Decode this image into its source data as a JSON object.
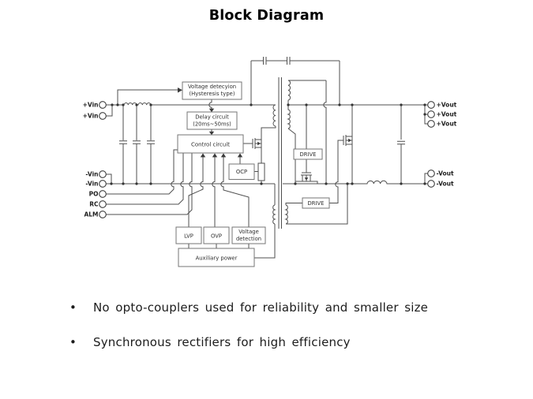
{
  "title": "Block Diagram",
  "bullets": [
    "No opto-couplers used for reliability and smaller size",
    "Synchronous rectifiers for high efficiency"
  ],
  "diagram": {
    "boxes": {
      "voltage_detection_hysteresis": {
        "line1": "Voltage detecyion",
        "line2": "(Hysteresis type)"
      },
      "delay_circuit": {
        "line1": "Delay circuit",
        "line2": "(20ms~50ms)"
      },
      "control_circuit": "Control circuit",
      "ocp": "OCP",
      "drive_top": "DRIVE",
      "drive_bottom": "DRIVE",
      "lvp": "LVP",
      "ovp": "OVP",
      "voltage_detection": {
        "line1": "Voltage",
        "line2": "detection"
      },
      "auxiliary_power": "Auxiliary power"
    },
    "terminals": {
      "vin_plus_1": "+Vin",
      "vin_plus_2": "+Vin",
      "vin_minus_1": "-Vin",
      "vin_minus_2": "-Vin",
      "po": "PO",
      "rc": "RC",
      "alm": "ALM",
      "vout_plus_1": "+Vout",
      "vout_plus_2": "+Vout",
      "vout_plus_3": "+Vout",
      "vout_minus_1": "-Vout",
      "vout_minus_2": "-Vout"
    },
    "colors": {
      "wire": "#4f4f4f",
      "box_border": "#767676",
      "text": "#2e2e2e",
      "title": "#000000"
    }
  }
}
